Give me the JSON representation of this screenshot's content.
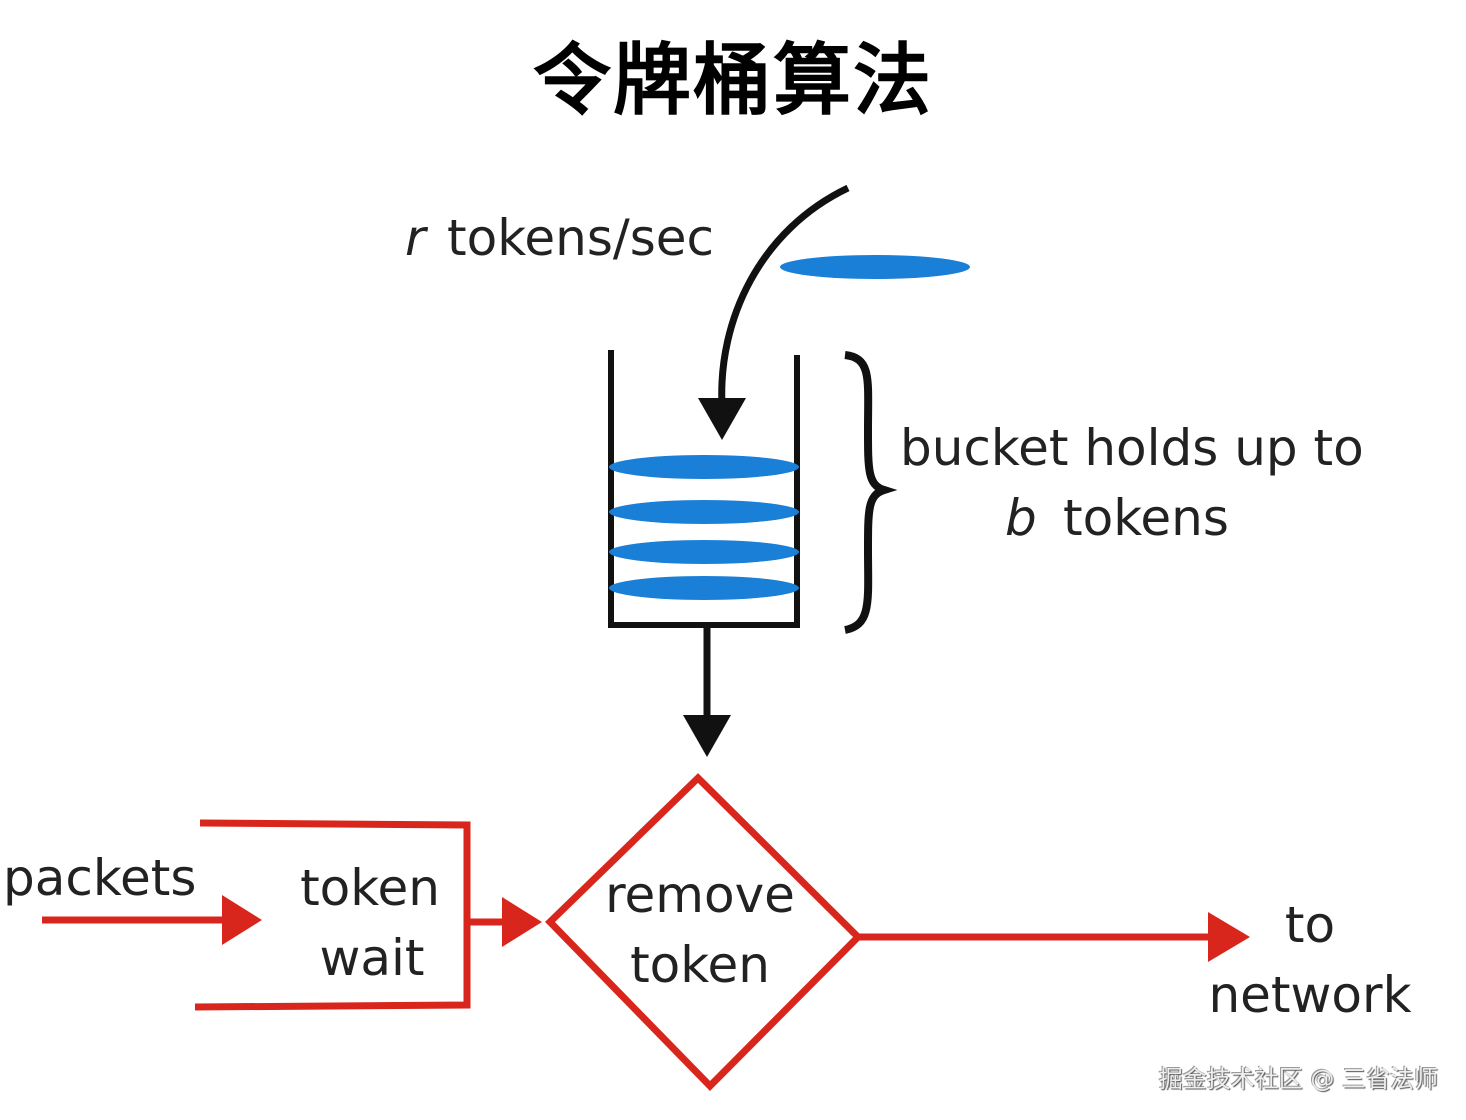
{
  "title": "令牌桶算法",
  "labels": {
    "rate_var": "r",
    "rate_text": "tokens/sec",
    "bucket_line1": "bucket holds up to",
    "bucket_var": "b",
    "bucket_line2": "tokens",
    "packets": "packets",
    "token_wait_1": "token",
    "token_wait_2": "wait",
    "remove_1": "remove",
    "remove_2": "token",
    "to_1": "to",
    "to_2": "network"
  },
  "colors": {
    "token": "#1a7fd6",
    "flow": "#d9261c",
    "ink": "#111111"
  },
  "bucket": {
    "tokens_inside": 4,
    "tokens_falling": 1
  },
  "watermark": "掘金技术社区 @ 三省法师"
}
